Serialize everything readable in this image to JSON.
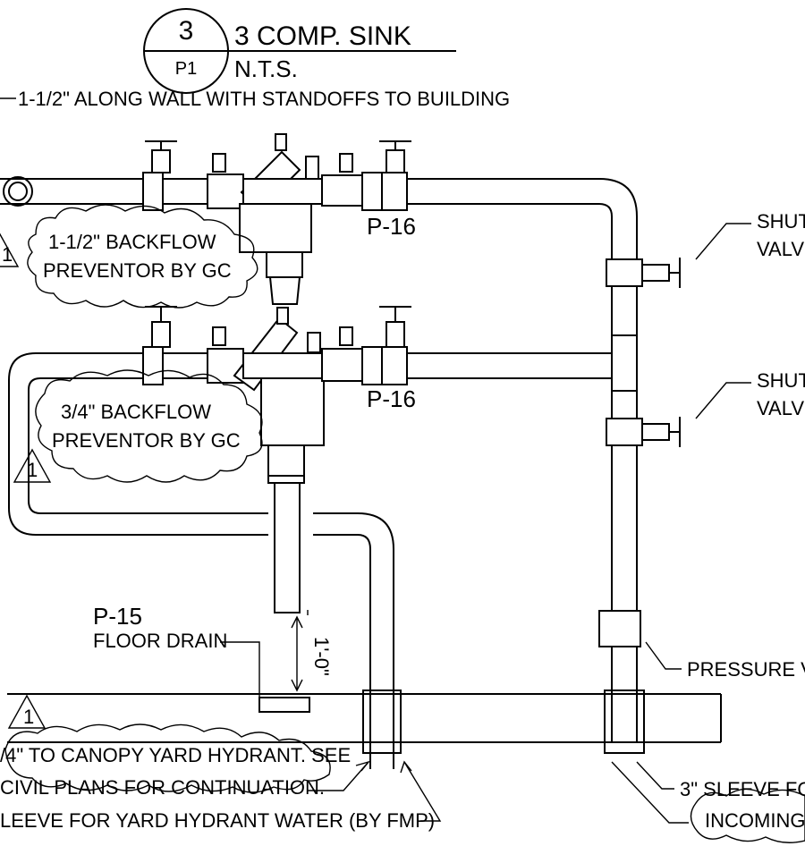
{
  "detail": {
    "number": "3",
    "sheet": "P1",
    "title": "3 COMP. SINK",
    "scale": "N.T.S."
  },
  "notes": {
    "along_wall": "1-1/2\" ALONG WALL WITH STANDOFFS TO BUILDING",
    "backflow_large_1": "1-1/2\" BACKFLOW",
    "backflow_large_2": "PREVENTOR BY GC",
    "backflow_small_1": "3/4\" BACKFLOW",
    "backflow_small_2": "PREVENTOR BY GC",
    "shutoff_top_1": "SHUT",
    "shutoff_top_2": "VALV",
    "shutoff_bottom_1": "SHUT",
    "shutoff_bottom_2": "VALV",
    "floor_drain": "FLOOR DRAIN",
    "dimension": "1'-0\"",
    "pressure_valve": "PRESSURE V",
    "hydrant_1": "/4\" TO CANOPY YARD HYDRANT. SEE",
    "hydrant_2": "CIVIL PLANS FOR CONTINUATION.",
    "sleeve_hydrant": "LEEVE FOR YARD HYDRANT WATER (BY FMP)",
    "sleeve_3in": "3\" SLEEVE FO",
    "incoming": "INCOMING"
  },
  "tags": {
    "p16_top": "P-16",
    "p16_bottom": "P-16",
    "p15": "P-15"
  },
  "revision": {
    "mark": "1"
  }
}
